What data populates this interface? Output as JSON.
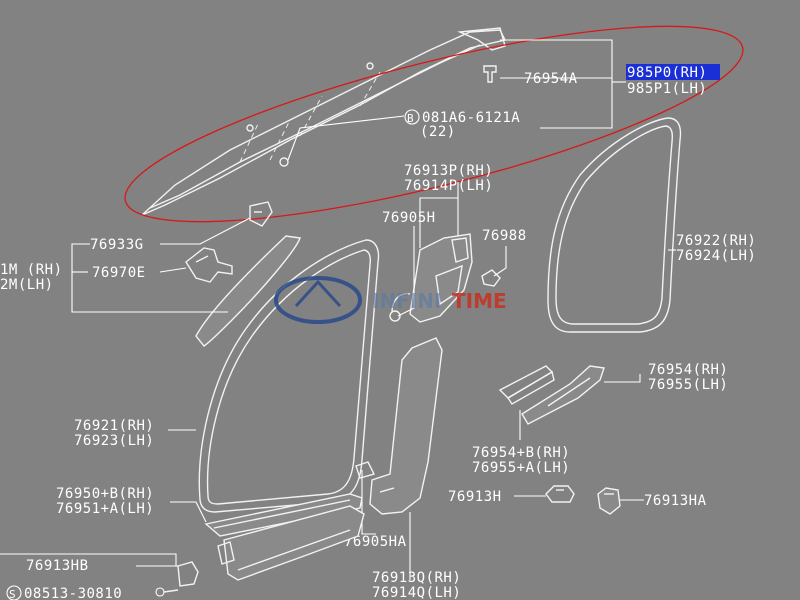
{
  "parts": {
    "p76954A": "76954A",
    "p985P0": "985P0(RH)",
    "p985P1": "985P1(LH)",
    "bolt_code": "081A6-6121A",
    "bolt_qty": "(22)",
    "p76913P": "76913P(RH)",
    "p76914P": "76914P(LH)",
    "p76905H": "76905H",
    "p76988": "76988",
    "p76922": "76922(RH)",
    "p76924": "76924(LH)",
    "p76933G": "76933G",
    "p1M": "1M (RH)",
    "p2M": "2M(LH)",
    "p76970E": "76970E",
    "p76954": "76954(RH)",
    "p76955": "76955(LH)",
    "p76921": "76921(RH)",
    "p76923": "76923(LH)",
    "p76954B": "76954+B(RH)",
    "p76955A": "76955+A(LH)",
    "p76913H": "76913H",
    "p76913HA": "76913HA",
    "p76950B": "76950+B(RH)",
    "p76951A": "76951+A(LH)",
    "p76905HA": "76905HA",
    "p76913HB": "76913HB",
    "p76913Q": "76913Q(RH)",
    "p76914Q": "76914Q(LH)",
    "screw_code": "08513-30810"
  },
  "watermark": {
    "left": "INFINI",
    "right": "TIME"
  },
  "colors": {
    "background": "#828282",
    "highlight": "#1a2fd6",
    "annotation": "#d81818",
    "watermark_blue": "#2a4a8a",
    "watermark_red": "#c83020"
  }
}
